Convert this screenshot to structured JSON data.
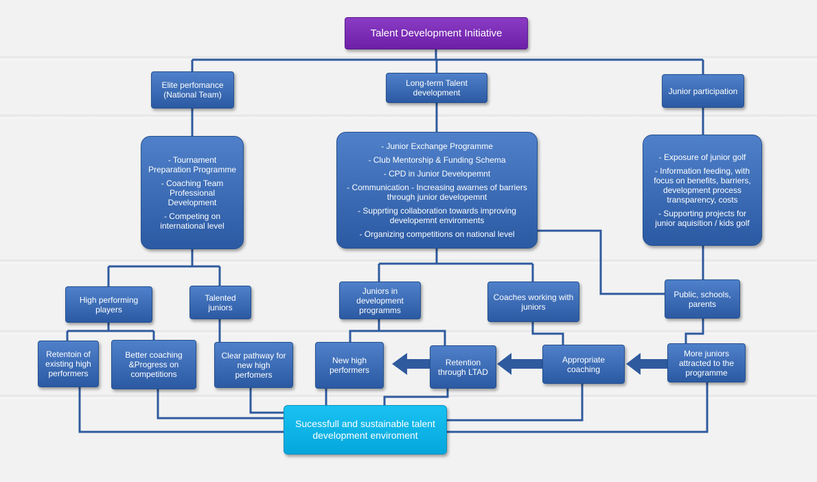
{
  "title": "Talent Development Initiative",
  "pillars": {
    "elite": [
      "Elite perfomance",
      "(National Team)"
    ],
    "longterm": [
      "Long-term Talent",
      "development"
    ],
    "junior": [
      "Junior participation"
    ]
  },
  "elite_programmes": [
    [
      "- Tournament",
      "Preparation Programme"
    ],
    [
      "- Coaching Team",
      "Professional",
      "Development"
    ],
    [
      "- Competing on",
      "international level"
    ]
  ],
  "longterm_programmes": [
    [
      "- Junior Exchange Programme"
    ],
    [
      "- Club Mentorship & Funding Schema"
    ],
    [
      "- CPD in Junior Developemnt"
    ],
    [
      "- Communication - Increasing awarnes of barriers",
      "through junior developemnt"
    ],
    [
      "- Supprting collaboration towards improving",
      "developemnt enviroments"
    ],
    [
      "- Organizing competitions on national level"
    ]
  ],
  "junior_programmes": [
    [
      "- Exposure of junior golf"
    ],
    [
      "- Information  feeding, with",
      "focus on benefits, barriers,",
      "development  process",
      "transparency, costs"
    ],
    [
      "- Supporting projects for",
      "junior aquisition / kids golf"
    ]
  ],
  "targets": {
    "high_performing": [
      "High performing",
      "players"
    ],
    "talented": [
      "Talented",
      "juniors"
    ],
    "juniors_dev": [
      "Juniors in",
      "development",
      "programms"
    ],
    "coaches": [
      "Coaches working with",
      "juniors"
    ],
    "public": [
      "Public, schools,",
      "parents"
    ]
  },
  "outcomes": {
    "retention_high": [
      "Retentoin of",
      "existing high",
      "performers"
    ],
    "better_coaching": [
      "Better coaching",
      "&Progress on",
      "competitions"
    ],
    "clear_pathway": [
      "Clear pathway for",
      "new high",
      "perfomers"
    ],
    "new_high": [
      "New high",
      "performers"
    ],
    "retention_ltad": [
      "Retention",
      "through LTAD"
    ],
    "appropriate": [
      "Appropriate",
      "coaching"
    ],
    "more_juniors": [
      "More juniors",
      "attracted to the",
      "programme"
    ]
  },
  "goal": [
    "Sucessfull and sustainable talent",
    "development enviroment"
  ],
  "colors": {
    "node_blue": "#3a6bb7",
    "title_purple": "#7a2bb5",
    "goal_cyan": "#0db3e8",
    "connector": "#2f5a9e"
  }
}
